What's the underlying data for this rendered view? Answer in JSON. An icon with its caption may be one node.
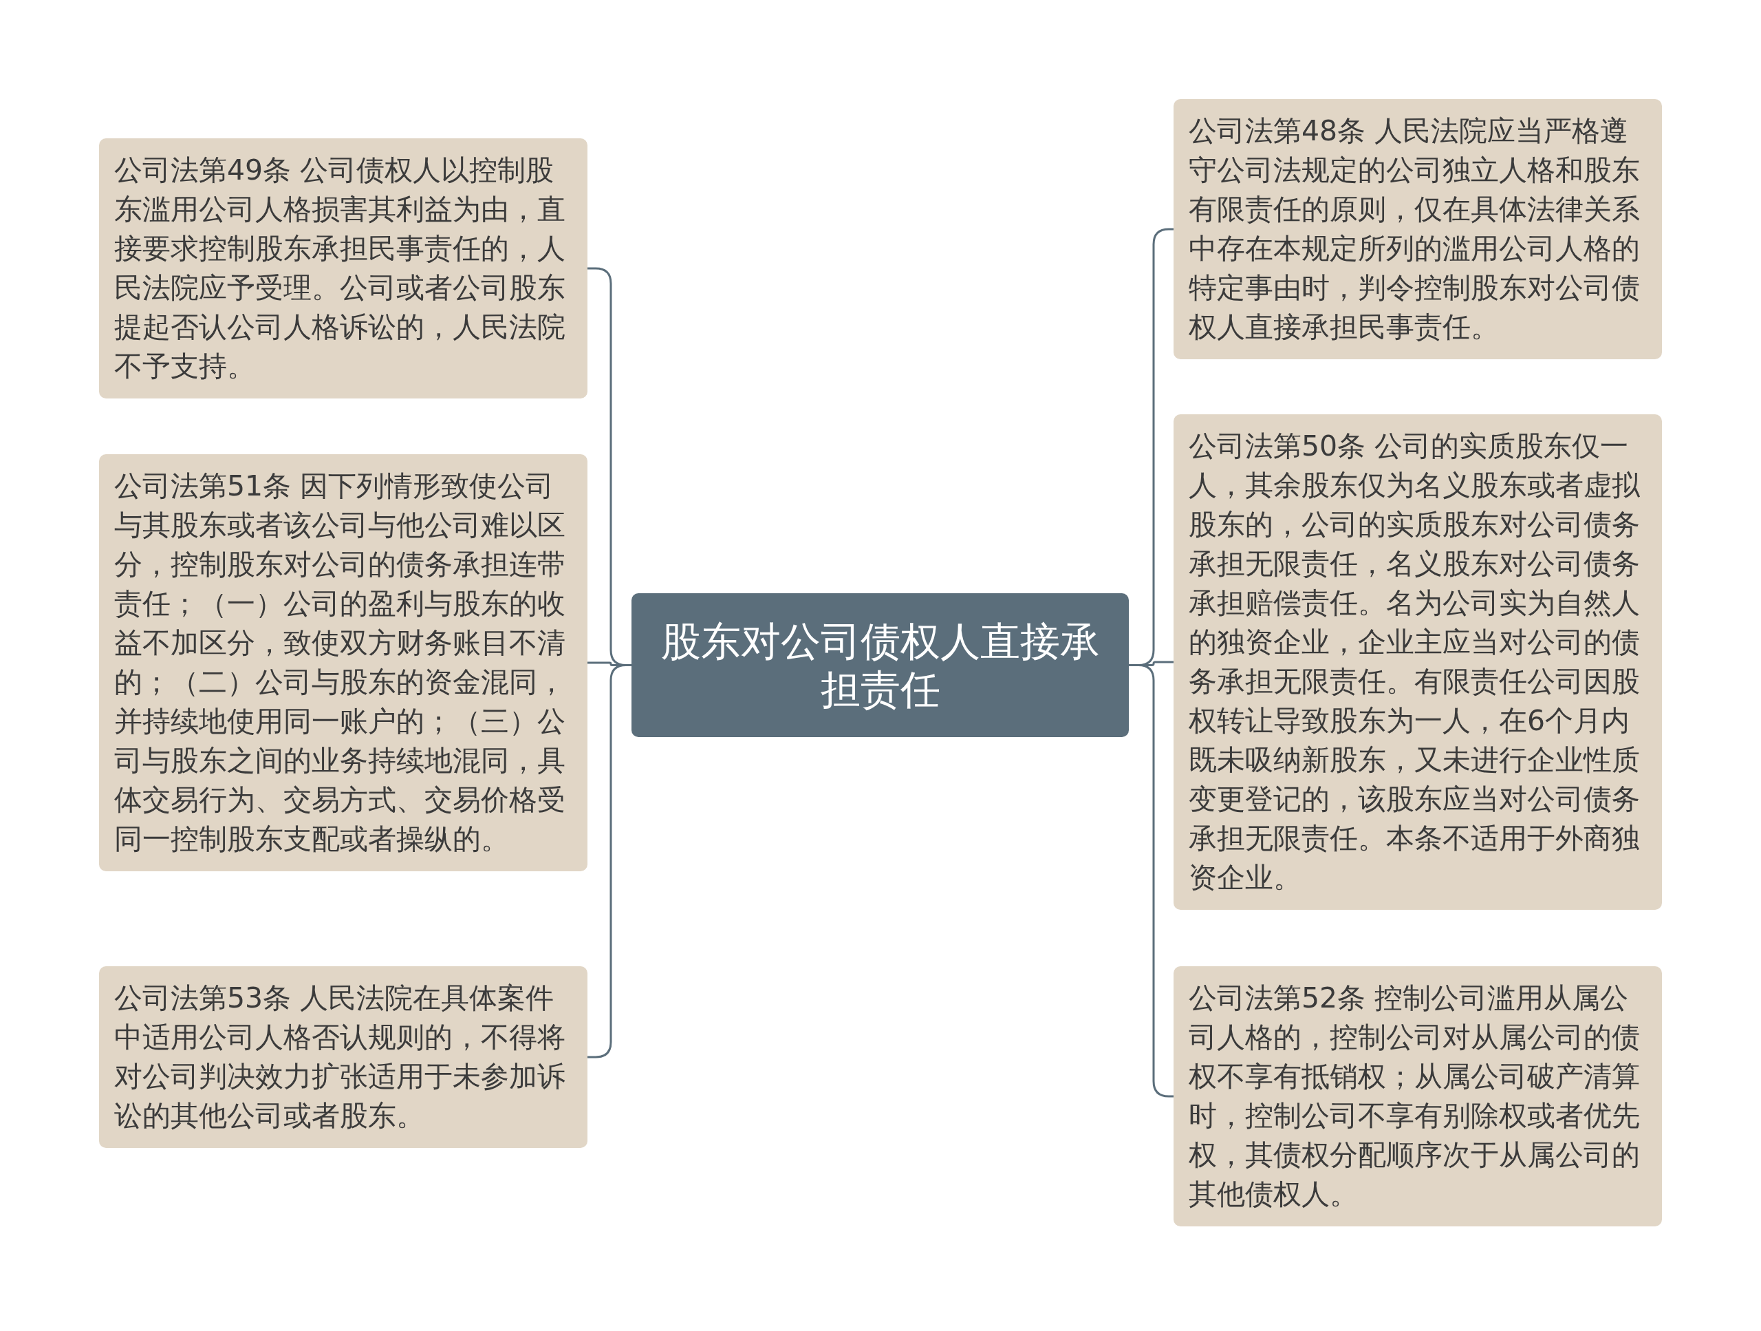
{
  "diagram": {
    "nodes": [
      {
        "text": [
          "股东对公司债权人直接承担责任"
        ]
      },
      {
        "text": [
          "公司法第49条 公司债权人以控制股东滥用公司人格损害其利益为由，直接要求控制股东承担民事责任的，人民法院应予受理。公司或者公司股东提起否认公司人格诉讼的，人民法院不予支持。"
        ]
      },
      {
        "text": [
          "公司法第51条 因下列情形致使公司与其股东或者该公司与他公司难以区分，控制股东对公司的债务承担连带责任；（一）公司的盈利与股东的收益不加区分，致使双方财务账目不清的；（二）公司与股东的资金混同，并持续地使用同一账户的；（三）公司与股东之间的业务持续地混同，具体交易行为、交易方式、交易价格受同一控制股东支配或者操纵的。"
        ]
      },
      {
        "text": [
          "公司法第53条 人民法院在具体案件中适用公司人格否认规则的，不得将对公司判决效力扩张适用于未参加诉讼的其他公司或者股东。"
        ]
      },
      {
        "text": [
          "公司法第48条 人民法院应当严格遵守公司法规定的公司独立人格和股东有限责任的原则，仅在具体法律关系中存在本规定所列的滥用公司人格的特定事由时，判令控制股东对公司债权人直接承担民事责任。"
        ]
      },
      {
        "text": [
          "公司法第50条 公司的实质股东仅一人，其余股东仅为名义股东或者虚拟股东的，公司的实质股东对公司债务承担无限责任，名义股东对公司债务承担赔偿责任。名为公司实为自然人的独资企业，企业主应当对公司的债务承担无限责任。有限责任公司因股权转让导致股东为一人，在6个月内既未吸纳新股东，又未进行企业性质变更登记的，该股东应当对公司债务承担无限责任。本条不适用于外商独资企业。"
        ]
      },
      {
        "text": [
          "公司法第52条 控制公司滥用从属公司人格的，控制公司对从属公司的债权不享有抵销权；从属公司破产清算时，控制公司不享有别除权或者优先权，其债权分配顺序次于从属公司的其他债权人。"
        ]
      }
    ],
    "edges": [
      {
        "from": 0,
        "to": 1,
        "arrow": "none"
      },
      {
        "from": 0,
        "to": 2,
        "arrow": "none"
      },
      {
        "from": 0,
        "to": 3,
        "arrow": "none"
      },
      {
        "from": 0,
        "to": 4,
        "arrow": "none"
      },
      {
        "from": 0,
        "to": 5,
        "arrow": "none"
      },
      {
        "from": 0,
        "to": 6,
        "arrow": "none"
      }
    ]
  }
}
